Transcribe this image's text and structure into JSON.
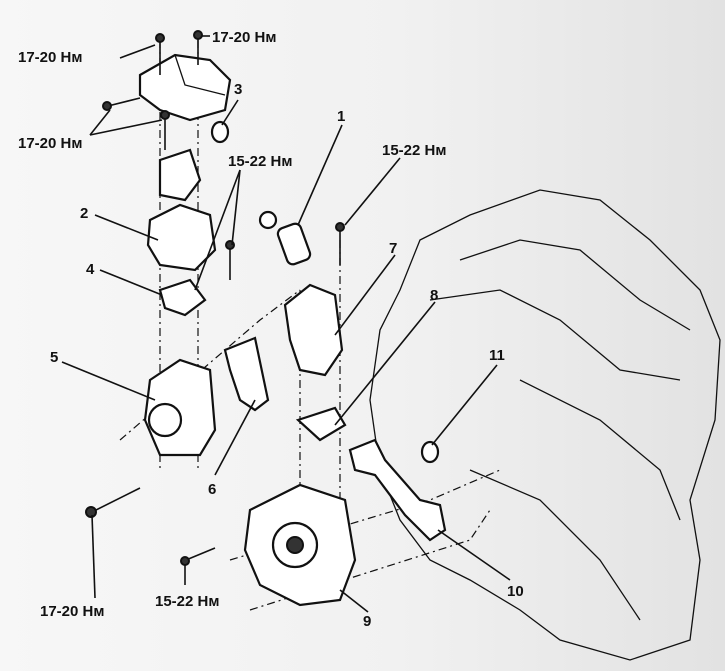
{
  "torque_labels": {
    "top_left": "17-20 Нм",
    "top_center": "17-20 Нм",
    "upper_left": "17-20 Нм",
    "bottom_left": "17-20 Нм",
    "center": "15-22 Нм",
    "right": "15-22 Нм",
    "bottom_center": "15-22 Нм"
  },
  "callouts": {
    "n1": "1",
    "n2": "2",
    "n3": "3",
    "n4": "4",
    "n5": "5",
    "n6": "6",
    "n7": "7",
    "n8": "8",
    "n9": "9",
    "n10": "10",
    "n11": "11"
  }
}
